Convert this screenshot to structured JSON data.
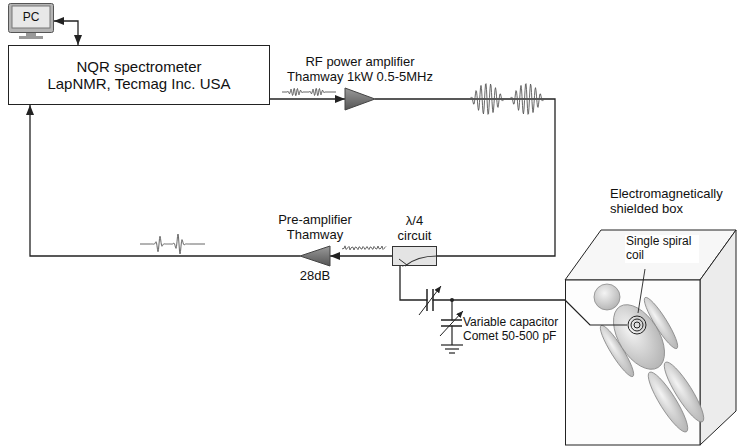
{
  "diagram": {
    "nodes": [
      {
        "text": [
          "PC"
        ]
      },
      {
        "text": [
          "NQR spectrometer LapNMR, Tecmag Inc. USA"
        ]
      },
      {
        "text": [
          "RF power amplifier Thamway 1kW 0.5-5MHz"
        ]
      },
      {
        "text": [
          "λ/4 circuit"
        ]
      },
      {
        "text": [
          "Pre-amplifier Thamway",
          "28dB"
        ]
      },
      {
        "text": [
          "Electromagnetically shielded box"
        ]
      }
    ],
    "edges": [
      {
        "from": 0,
        "to": 1,
        "arrow": "both"
      },
      {
        "from": 1,
        "to": 2,
        "arrow": "to"
      },
      {
        "from": 2,
        "to": 3,
        "arrow": "none"
      },
      {
        "from": 3,
        "to": 4,
        "arrow": "to"
      },
      {
        "from": 4,
        "to": 1,
        "arrow": "to"
      },
      {
        "from": 3,
        "to": 5,
        "arrow": "none"
      }
    ],
    "labels": [
      "Single spiral coil",
      "Variable capacitor Comet 50-500 pF"
    ]
  }
}
